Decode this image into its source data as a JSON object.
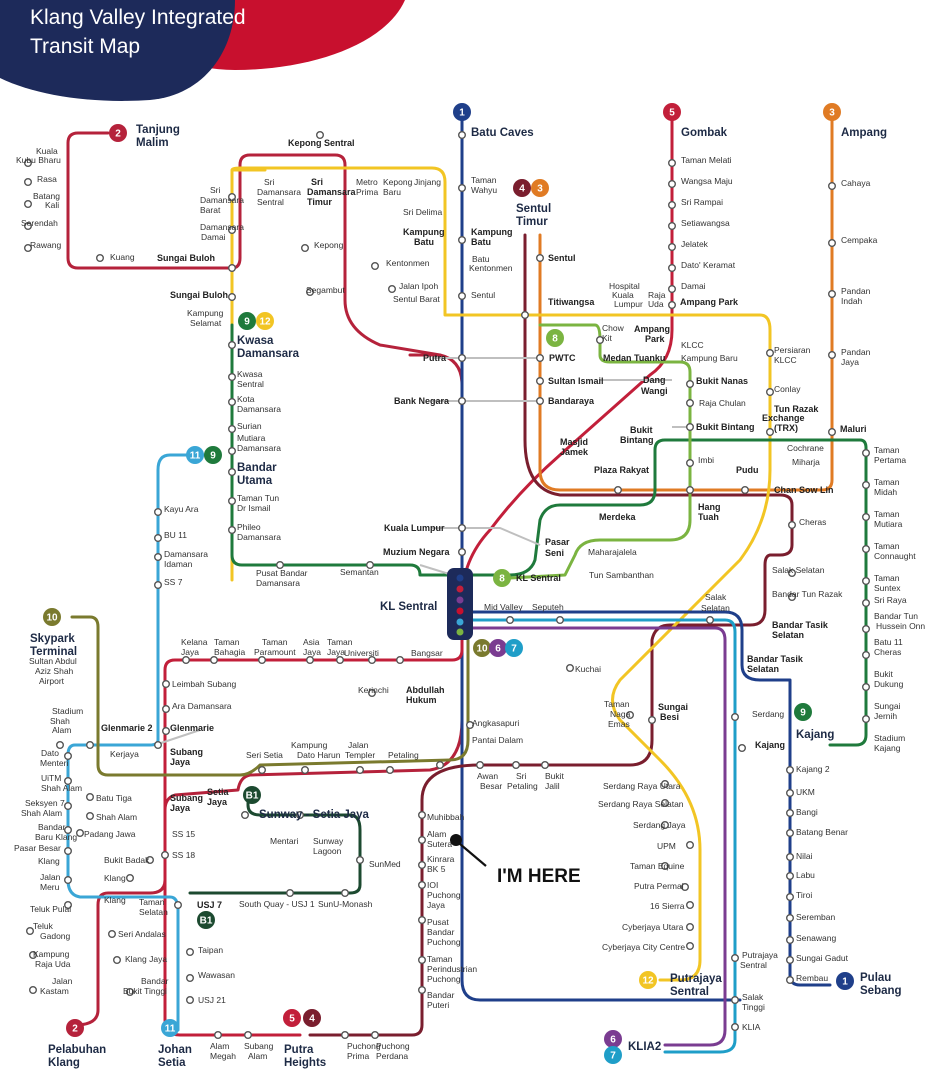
{
  "title": {
    "line1": "Klang Valley Integrated",
    "line2": "Transit Map"
  },
  "here_label": "I'M HERE",
  "colors": {
    "navy": "#1d2a5a",
    "red": "#c8102e",
    "l1": "#1f3f8a",
    "l2": "#b5223b",
    "l3": "#e07b24",
    "l4": "#7a1e2e",
    "l5": "#c21f3a",
    "l6": "#7a3c91",
    "l7": "#1f9ec8",
    "l8": "#7bb441",
    "l9": "#1f7a3c",
    "l10": "#7a7a2e",
    "l11": "#3aa6d6",
    "l12": "#f2c524",
    "lb1": "#1c4a30"
  },
  "badges": [
    {
      "id": "b2a",
      "text": "2",
      "color": "l2"
    },
    {
      "id": "b1a",
      "text": "1",
      "color": "l1"
    },
    {
      "id": "b5a",
      "text": "5",
      "color": "l5"
    },
    {
      "id": "b3a",
      "text": "3",
      "color": "l3"
    },
    {
      "id": "b4a",
      "text": "4",
      "color": "l4"
    },
    {
      "id": "b3b",
      "text": "3",
      "color": "l3"
    },
    {
      "id": "b9a",
      "text": "9",
      "color": "l9"
    },
    {
      "id": "b12a",
      "text": "12",
      "color": "l12"
    },
    {
      "id": "b8a",
      "text": "8",
      "color": "l8"
    },
    {
      "id": "b11a",
      "text": "11",
      "color": "l11"
    },
    {
      "id": "b9b",
      "text": "9",
      "color": "l9"
    },
    {
      "id": "b8b",
      "text": "8",
      "color": "l8"
    },
    {
      "id": "b10a",
      "text": "10",
      "color": "l10"
    },
    {
      "id": "b10b",
      "text": "10",
      "color": "l10"
    },
    {
      "id": "b6a",
      "text": "6",
      "color": "l6"
    },
    {
      "id": "b7a",
      "text": "7",
      "color": "l7"
    },
    {
      "id": "b9c",
      "text": "9",
      "color": "l9"
    },
    {
      "id": "bB1a",
      "text": "B1",
      "color": "lb1"
    },
    {
      "id": "bB1b",
      "text": "B1",
      "color": "lb1"
    },
    {
      "id": "b5b",
      "text": "5",
      "color": "l5"
    },
    {
      "id": "b4b",
      "text": "4",
      "color": "l4"
    },
    {
      "id": "b2b",
      "text": "2",
      "color": "l2"
    },
    {
      "id": "b11b",
      "text": "11",
      "color": "l11"
    },
    {
      "id": "b12b",
      "text": "12",
      "color": "l12"
    },
    {
      "id": "b1b",
      "text": "1",
      "color": "l1"
    },
    {
      "id": "b6b",
      "text": "6",
      "color": "l6"
    },
    {
      "id": "b7b",
      "text": "7",
      "color": "l7"
    }
  ],
  "terminals": [
    "Tanjung",
    "Malim",
    "Batu Caves",
    "Gombak",
    "Ampang",
    "Sentul",
    "Timur",
    "Kwasa",
    "Damansara",
    "Bandar",
    "Utama",
    "Skypark",
    "Terminal",
    "KL Sentral",
    "Kajang",
    "Sunway - Setia Jaya",
    "Pelabuhan",
    "Klang",
    "Johan",
    "Setia",
    "Putra",
    "Heights",
    "Putrajaya",
    "Sentral",
    "Pulau",
    "Sebang",
    "KLIA2"
  ],
  "stations_bold": [
    "Sungai Buloh",
    "Sungai Buloh",
    "Kepong Sentral",
    "Sri",
    "Damansara",
    "Timur",
    "Kampung",
    "Batu",
    "Kampung",
    "Batu",
    "Sentul",
    "Titiwangsa",
    "PWTC",
    "Sultan Ismail",
    "Bandaraya",
    "Putra",
    "Bank Negara",
    "Masjid",
    "Jamek",
    "Medan Tuanku",
    "Dang",
    "Wangi",
    "Ampang",
    "Park",
    "Ampang Park",
    "Bukit Nanas",
    "Bukit Bintang",
    "Bukit",
    "Bintang",
    "Plaza Rakyat",
    "Pudu",
    "Hang",
    "Tuah",
    "Merdeka",
    "Chan Sow Lin",
    "Tun Razak",
    "Exchange",
    "(TRX)",
    "Maluri",
    "Kuala Lumpur",
    "Muzium Negara",
    "Pasar",
    "Seni",
    "KL Sentral",
    "Bandar Tasik",
    "Selatan",
    "Bandar Tasik",
    "Selatan",
    "Sungai",
    "Besi",
    "Glenmarie 2",
    "Glenmarie",
    "Subang",
    "Jaya",
    "Subang",
    "Jaya",
    "Setia",
    "Jaya",
    "Abdullah",
    "Hukum",
    "USJ 7",
    "Kajang"
  ],
  "stations": [
    "Kuala",
    "Kubu Bharu",
    "Rasa",
    "Batang",
    "Kali",
    "Serendah",
    "Rawang",
    "Kuang",
    "Sri",
    "Damansara",
    "Barat",
    "Damansara",
    "Damai",
    "Sri",
    "Damansara",
    "Sentral",
    "Metro",
    "Prima",
    "Kepong",
    "Baru",
    "Jinjang",
    "Sri Delima",
    "Kepong",
    "Kentonmen",
    "Jalan Ipoh",
    "Sentul Barat",
    "Segambut",
    "Taman",
    "Wahyu",
    "Batu",
    "Kentonmen",
    "Sentul",
    "Taman Melati",
    "Wangsa Maju",
    "Sri Rampai",
    "Setiawangsa",
    "Jelatek",
    "Dato' Keramat",
    "Damai",
    "Cahaya",
    "Cempaka",
    "Pandan",
    "Indah",
    "Pandan",
    "Jaya",
    "Hospital",
    "Kuala",
    "Lumpur",
    "Raja",
    "Uda",
    "Chow",
    "Kit",
    "KLCC",
    "Kampung Baru",
    "Raja Chulan",
    "Persiaran",
    "KLCC",
    "Conlay",
    "Imbi",
    "Cochrane",
    "Miharja",
    "Kampung",
    "Selamat",
    "Kwasa",
    "Sentral",
    "Kota",
    "Damansara",
    "Surian",
    "Mutiara",
    "Damansara",
    "Taman Tun",
    "Dr Ismail",
    "Phileo",
    "Damansara",
    "Pusat Bandar",
    "Damansara",
    "Semantan",
    "Maharajalela",
    "Tun Sambanthan",
    "Cheras",
    "Salak Selatan",
    "Bandar Tun Razak",
    "Taman",
    "Pertama",
    "Taman",
    "Midah",
    "Taman",
    "Mutiara",
    "Taman",
    "Connaught",
    "Taman",
    "Suntex",
    "Sri Raya",
    "Bandar Tun",
    "Hussein Onn",
    "Batu 11",
    "Cheras",
    "Bukit",
    "Dukung",
    "Sungai",
    "Jernih",
    "Stadium",
    "Kajang",
    "Kayu Ara",
    "BU 11",
    "Damansara",
    "Idaman",
    "SS 7",
    "Sultan Abdul",
    "Aziz Shah",
    "Airport",
    "Kelana",
    "Jaya",
    "Taman",
    "Bahagia",
    "Taman",
    "Paramount",
    "Asia",
    "Jaya",
    "Taman",
    "Jaya",
    "Universiti",
    "Bangsar",
    "Kerinchi",
    "Leimbah Subang",
    "Ara Damansara",
    "Mid Valley",
    "Seputeh",
    "Salak",
    "Selatan",
    "Kuchai",
    "Taman",
    "Naga",
    "Emas",
    "Serdang",
    "Stadium",
    "Shah",
    "Alam",
    "Kerjaya",
    "Dato",
    "Menteri",
    "UiTM",
    "Shah Alam",
    "Seksyen 7",
    "Shah Alam",
    "Bandar",
    "Baru Klang",
    "Pasar Besar",
    "Klang",
    "Jalan",
    "Meru",
    "Teluk Pulai",
    "Teluk",
    "Gadong",
    "Kampung",
    "Raja Uda",
    "Jalan",
    "Kastam",
    "Seri Setia",
    "Kampung",
    "Dato Harun",
    "Jalan",
    "Templer",
    "Petaling",
    "Angkasapuri",
    "Pantai Dalam",
    "Awan",
    "Besar",
    "Sri",
    "Petaling",
    "Bukit",
    "Jalil",
    "Batu Tiga",
    "Shah Alam",
    "Padang Jawa",
    "Bukit Badak",
    "Klang",
    "Klang",
    "SS 15",
    "SS 18",
    "Mentari",
    "Sunway",
    "Lagoon",
    "SunMed",
    "South Quay - USJ 1",
    "SunU-Monash",
    "Muhibbah",
    "Alam",
    "Sutera",
    "Kinrara",
    "BK 5",
    "IOI",
    "Puchong",
    "Jaya",
    "Pusat",
    "Bandar",
    "Puchong",
    "Taman",
    "Perindustrian",
    "Puchong",
    "Bandar",
    "Puteri",
    "Taman",
    "Selatan",
    "Seri Andalas",
    "Klang Jaya",
    "Bandar",
    "Bukit Tinggi",
    "Taipan",
    "Wawasan",
    "USJ 21",
    "Alam",
    "Megah",
    "Subang",
    "Alam",
    "Puchong",
    "Prima",
    "Puchong",
    "Perdana",
    "Serdang Raya Utara",
    "Serdang Raya Selatan",
    "Serdang Jaya",
    "UPM",
    "Taman Equine",
    "Putra Permai",
    "16 Sierra",
    "Cyberjaya Utara",
    "Cyberjaya City Centre",
    "Putrajaya",
    "Sentral",
    "Salak",
    "Tinggi",
    "KLIA",
    "Kajang 2",
    "UKM",
    "Bangi",
    "Batang Benar",
    "Nilai",
    "Labu",
    "Tiroi",
    "Seremban",
    "Senawang",
    "Sungai Gadut",
    "Rembau"
  ]
}
